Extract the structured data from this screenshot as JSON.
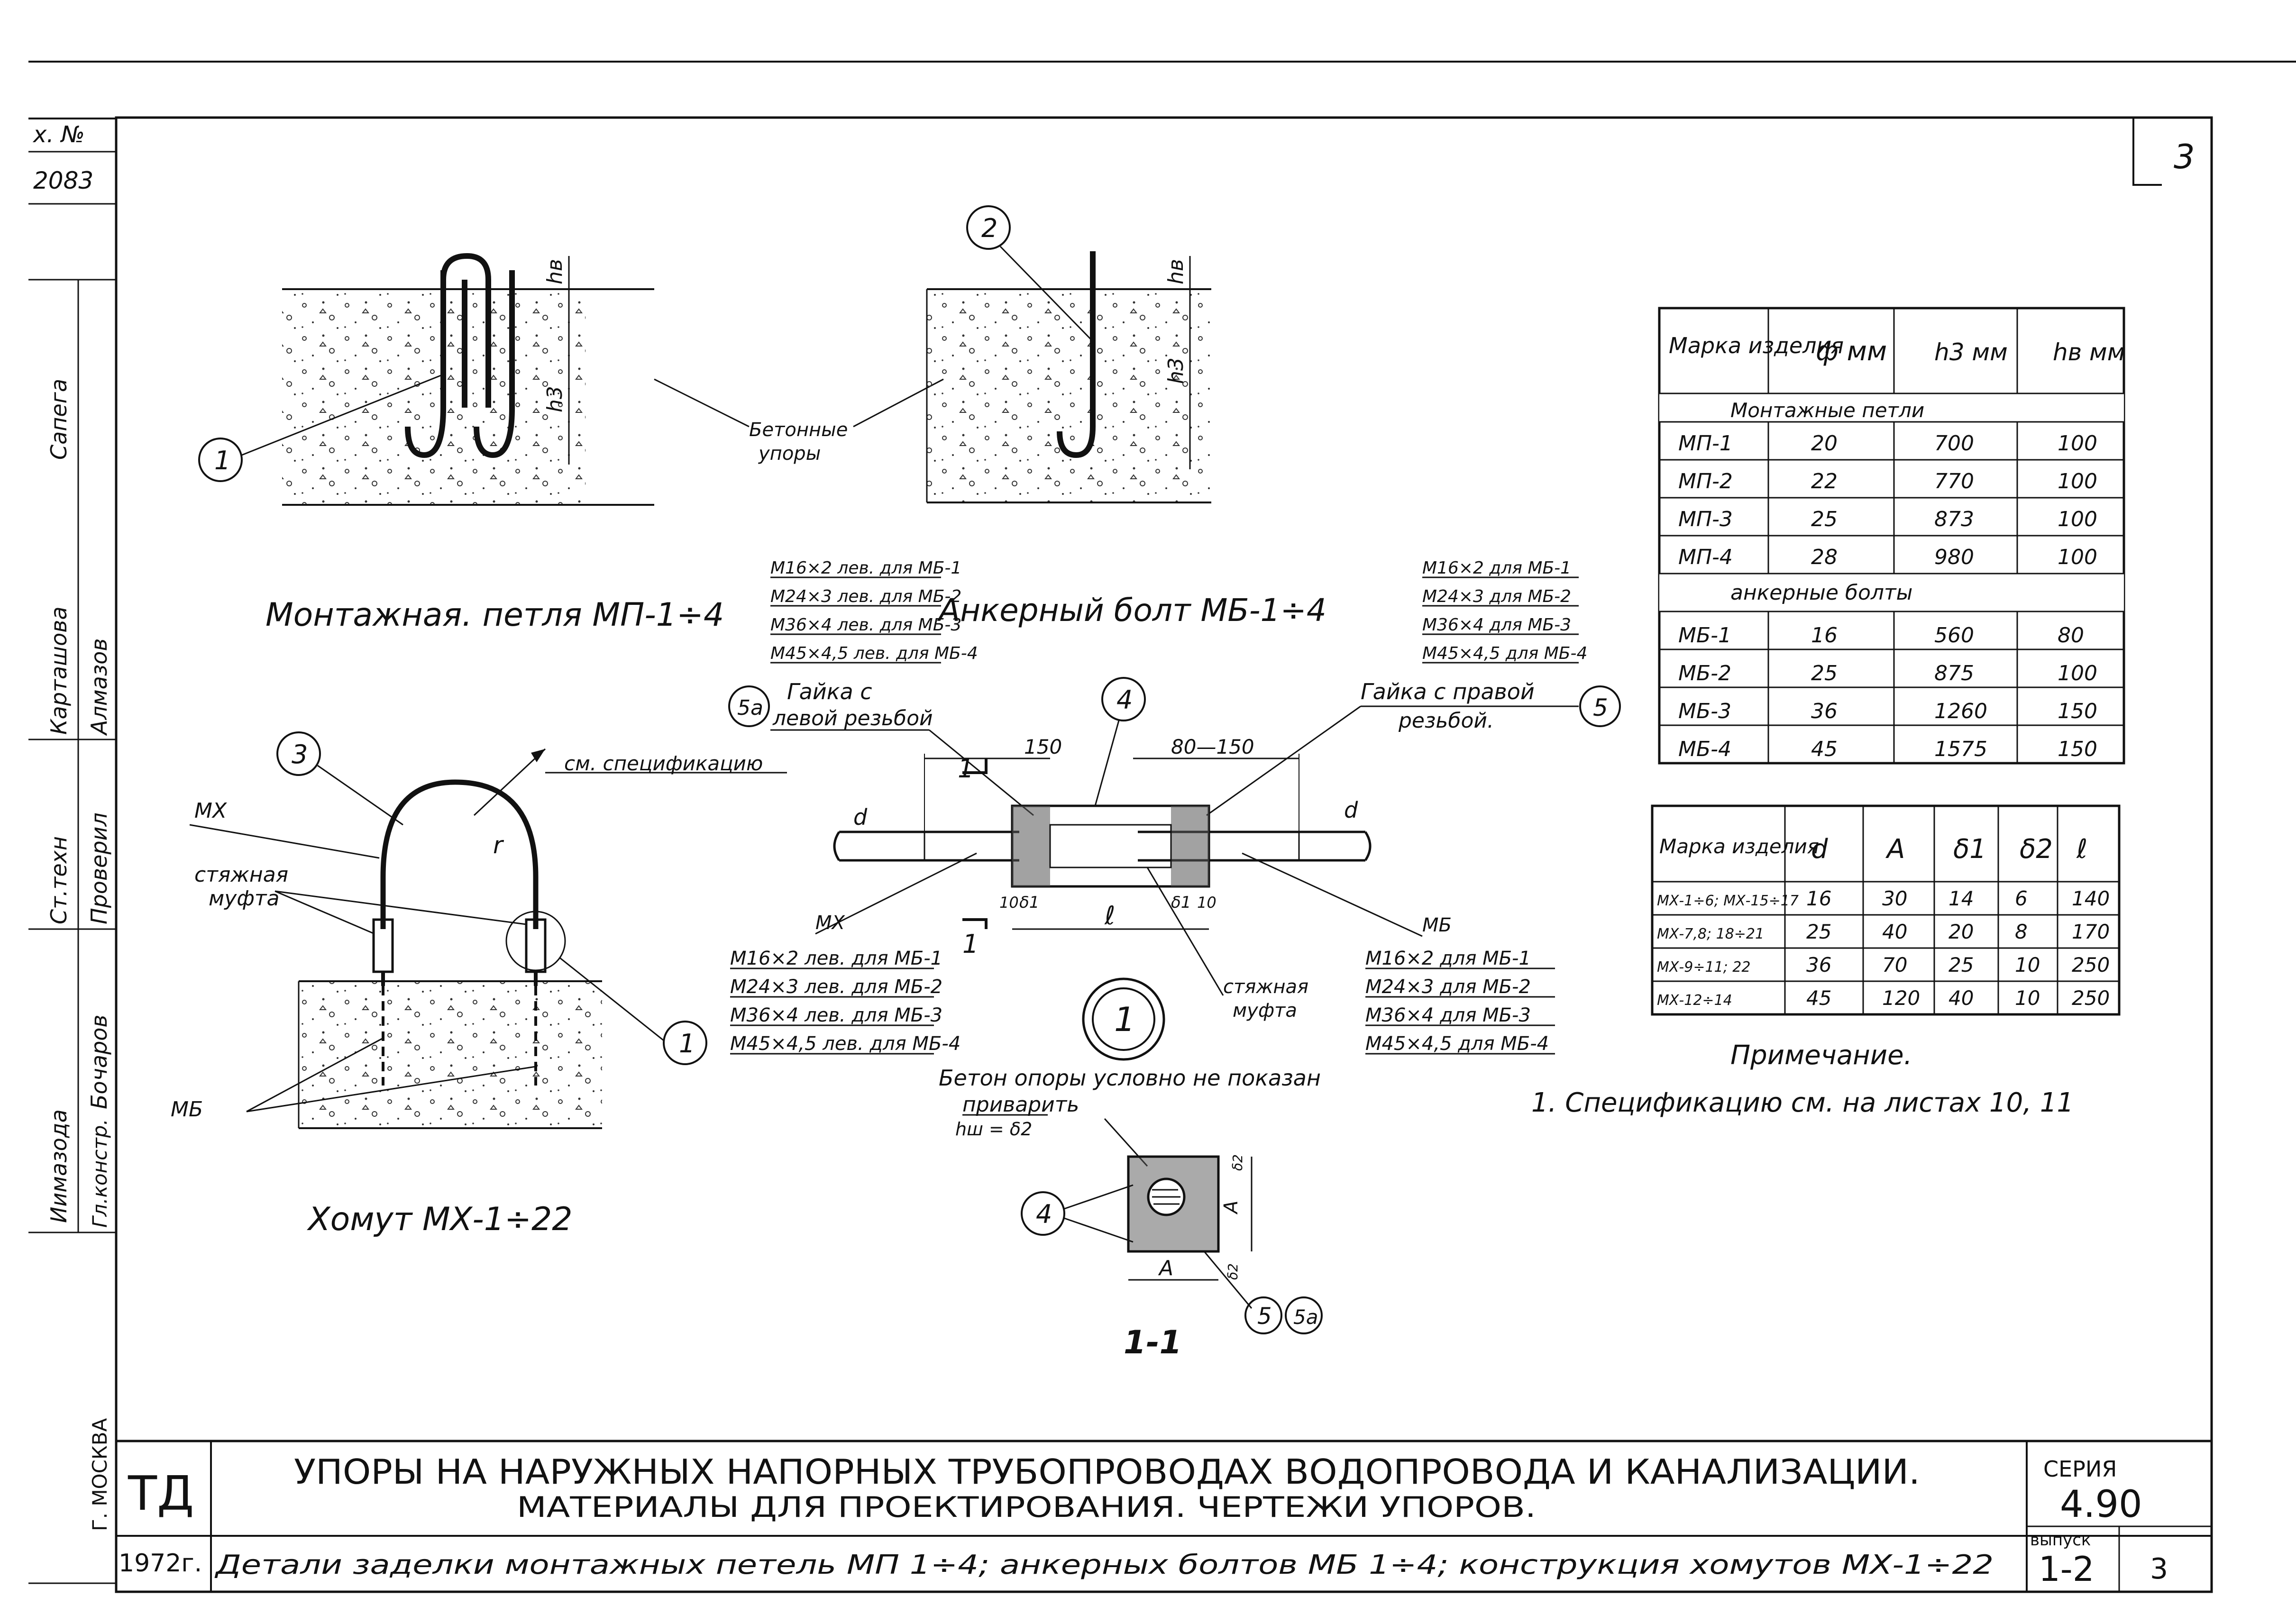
{
  "sheet_number": "3",
  "side_stamp": {
    "inv_label": "х. №",
    "inv_number": "2083",
    "rows": [
      "Сапега",
      "Карташова",
      "Алмазов",
      "Проверил",
      "Ст.техн",
      "Иимазода",
      "Бочаров",
      "Гл.констр.",
      "Г. МОСКВА"
    ]
  },
  "views": {
    "loop_title": "Монтажная. петля МП-1÷4",
    "bolt_title": "Анкерный болт МБ-1÷4",
    "clamp_title": "Хомут МХ-1÷22",
    "section_title": "1-1",
    "concrete_label_1": "Бетонные",
    "concrete_label_2": "упоры",
    "concrete_note": "Бетон опоры условно не показан",
    "weld_note": "приварить",
    "weld_formula": "hш = δ2",
    "dim_h3": "h3",
    "dim_hb": "hв",
    "dim_d": "d",
    "dim_l": "ℓ",
    "dim_A": "A",
    "dim_d1": "δ1",
    "dim_d2": "δ2",
    "dim_150": "150",
    "dim_80_150": "80—150",
    "dim_10": "10",
    "dim_r": "r",
    "see_spec": "см. спецификацию",
    "mx": "МХ",
    "mb": "МБ",
    "coupling_1": "стяжная",
    "coupling_2": "муфта",
    "nut_left_1": "Гайка с",
    "nut_left_2": "левой резьбой",
    "nut_right_1": "Гайка с правой",
    "nut_right_2": "резьбой.",
    "section_mark": "1",
    "callouts": [
      "1",
      "2",
      "3",
      "4",
      "5",
      "5а"
    ],
    "bolt_left_spec": [
      "М16×2 лев. для МБ-1",
      "М24×3 лев. для МБ-2",
      "М36×4 лев. для МБ-3",
      "М45×4,5 лев. для МБ-4"
    ],
    "bolt_right_spec": [
      "М16×2 для МБ-1",
      "М24×3 для МБ-2",
      "М36×4 для МБ-3",
      "М45×4,5 для МБ-4"
    ],
    "mx_spec": [
      "М16×2 лев. для МБ-1",
      "М24×3 лев. для МБ-2",
      "М36×4 лев. для МБ-3",
      "М45×4,5 лев. для МБ-4"
    ],
    "mb_spec": [
      "М16×2 для МБ-1",
      "М24×3 для МБ-2",
      "М36×4 для МБ-3",
      "М45×4,5 для МБ-4"
    ]
  },
  "table1": {
    "headers": [
      "Марка изделия",
      "ф мм",
      "h3 мм",
      "hв мм"
    ],
    "group1": "Монтажные петли",
    "rows1": [
      [
        "МП-1",
        "20",
        "700",
        "100"
      ],
      [
        "МП-2",
        "22",
        "770",
        "100"
      ],
      [
        "МП-3",
        "25",
        "873",
        "100"
      ],
      [
        "МП-4",
        "28",
        "980",
        "100"
      ]
    ],
    "group2": "анкерные болты",
    "rows2": [
      [
        "МБ-1",
        "16",
        "560",
        "80"
      ],
      [
        "МБ-2",
        "25",
        "875",
        "100"
      ],
      [
        "МБ-3",
        "36",
        "1260",
        "150"
      ],
      [
        "МБ-4",
        "45",
        "1575",
        "150"
      ]
    ]
  },
  "table2": {
    "headers": [
      "Марка изделия",
      "d",
      "A",
      "δ1",
      "δ2",
      "ℓ"
    ],
    "rows": [
      [
        "МХ-1÷6; МХ-15÷17",
        "16",
        "30",
        "14",
        "6",
        "140"
      ],
      [
        "МХ-7,8; 18÷21",
        "25",
        "40",
        "20",
        "8",
        "170"
      ],
      [
        "МХ-9÷11; 22",
        "36",
        "70",
        "25",
        "10",
        "250"
      ],
      [
        "МХ-12÷14",
        "45",
        "120",
        "40",
        "10",
        "250"
      ]
    ]
  },
  "note": {
    "title": "Примечание.",
    "text": "1. Спецификацию см. на листах 10, 11"
  },
  "title_block": {
    "td": "ТД",
    "year": "1972г.",
    "main_title": "УПОРЫ НА НАРУЖНЫХ НАПОРНЫХ ТРУБОПРОВОДАХ ВОДОПРОВОДА И КАНАЛИЗАЦИИ.",
    "subtitle": "МАТЕРИАЛЫ ДЛЯ ПРОЕКТИРОВАНИЯ. ЧЕРТЕЖИ УПОРОВ.",
    "sheet_title": "Детали заделки монтажных петель МП 1÷4; анкерных болтов МБ 1÷4; конструкция хомутов МХ-1÷22",
    "series_label": "СЕРИЯ",
    "series_value": "4.90",
    "issue_label": "выпуск",
    "issue_value": "1-2",
    "sheet": "3"
  }
}
